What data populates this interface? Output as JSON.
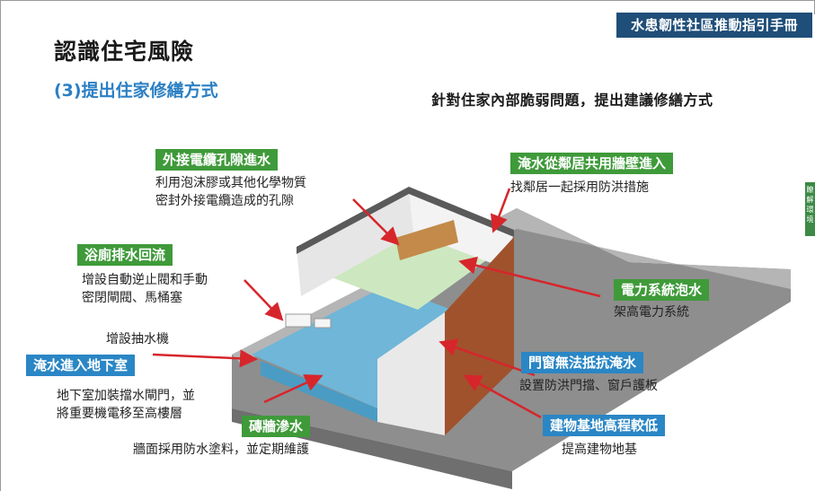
{
  "header": {
    "manual_title": "水患韌性社區推動指引手冊",
    "side_tab": "瞭解環境"
  },
  "title": "認識住宅風險",
  "subtitle": "(3)提出住家修繕方式",
  "summary": "針對住家內部脆弱問題，提出建議修繕方式",
  "callouts": [
    {
      "label": "外接電纜孔隙進水",
      "lines": [
        "利用泡沫膠或其他化學物質",
        "密封外接電纜造成的孔隙"
      ],
      "color": "#3f9a3a"
    },
    {
      "label": "淹水從鄰居共用牆壁進入",
      "lines": [
        "找鄰居一起採用防洪措施"
      ],
      "color": "#3f9a3a"
    },
    {
      "label": "浴廁排水回流",
      "lines": [
        "增設自動逆止閥和手動",
        "密閉閘閥、馬桶塞"
      ],
      "color": "#3f9a3a"
    },
    {
      "label": "電力系統泡水",
      "lines": [
        "架高電力系統"
      ],
      "color": "#3f9a3a"
    },
    {
      "label": "淹水進入地下室",
      "lines": [
        "增設抽水機",
        "地下室加裝擋水閘門，並",
        "將重要機電移至高樓層"
      ],
      "color": "#2a86c5"
    },
    {
      "label": "門窗無法抵抗淹水",
      "lines": [
        "設置防洪門擋、窗戶護板"
      ],
      "color": "#2a86c5"
    },
    {
      "label": "磚牆滲水",
      "lines": [
        "牆面採用防水塗料，並定期維護"
      ],
      "color": "#3f9a3a"
    },
    {
      "label": "建物基地高程較低",
      "lines": [
        "提高建物地基"
      ],
      "color": "#2a86c5"
    }
  ],
  "colors": {
    "arrow": "#d6262b",
    "navy": "#1f4e79",
    "green": "#3f9a3a",
    "blue": "#2a86c5",
    "brick": "#a0522d"
  }
}
